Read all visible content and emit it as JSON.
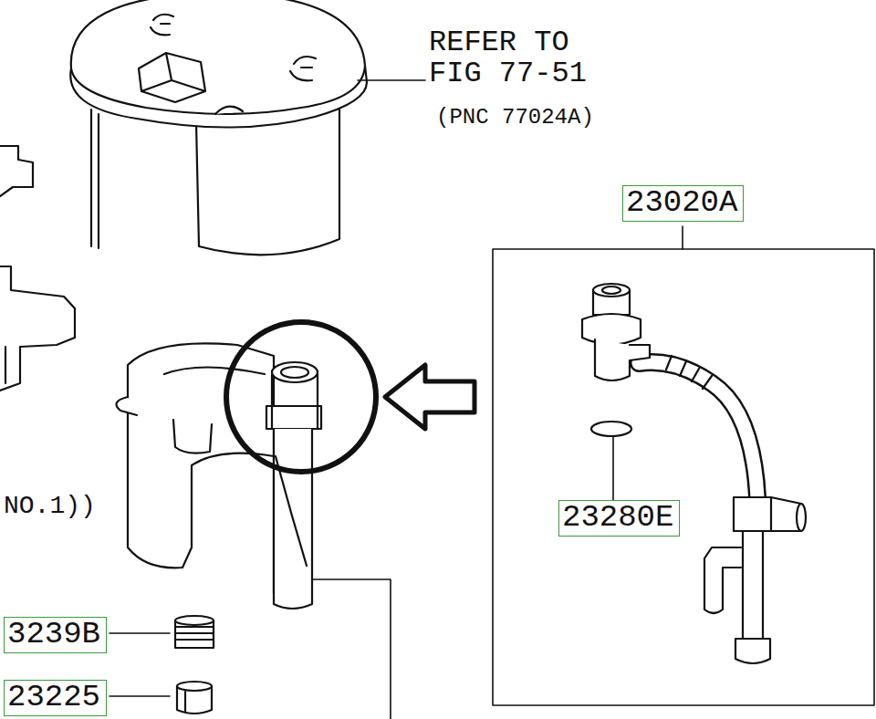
{
  "diagram": {
    "nodes": [
      {
        "text": [
          "23020A"
        ]
      },
      {
        "text": [
          "23280E"
        ]
      },
      {
        "text": [
          "3239B"
        ]
      },
      {
        "text": [
          "23225"
        ]
      }
    ],
    "labels": [
      "REFER TO FIG 77-51",
      "(PNC 77024A)",
      "NO.1))"
    ]
  }
}
